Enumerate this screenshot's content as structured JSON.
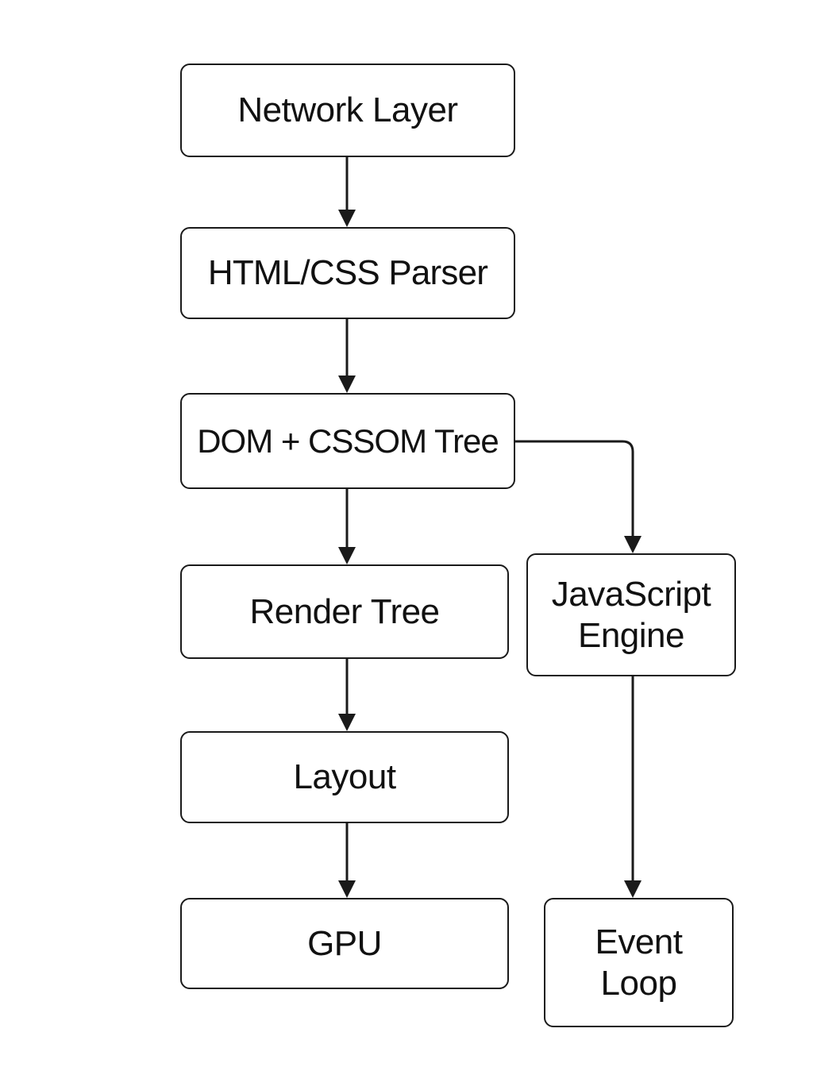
{
  "diagram": {
    "nodes": {
      "network": "Network Layer",
      "parser": "HTML/CSS Parser",
      "dom": "DOM + CSSOM Tree",
      "render": "Render Tree",
      "layout": "Layout",
      "gpu": "GPU",
      "js": "JavaScript\nEngine",
      "event": "Event\nLoop"
    },
    "edges": [
      {
        "from": "network",
        "to": "parser"
      },
      {
        "from": "parser",
        "to": "dom"
      },
      {
        "from": "dom",
        "to": "render"
      },
      {
        "from": "render",
        "to": "layout"
      },
      {
        "from": "layout",
        "to": "gpu"
      },
      {
        "from": "dom",
        "to": "js"
      },
      {
        "from": "js",
        "to": "event"
      }
    ],
    "colors": {
      "stroke": "#1a1a1a",
      "text": "#111111",
      "background": "#ffffff"
    }
  }
}
